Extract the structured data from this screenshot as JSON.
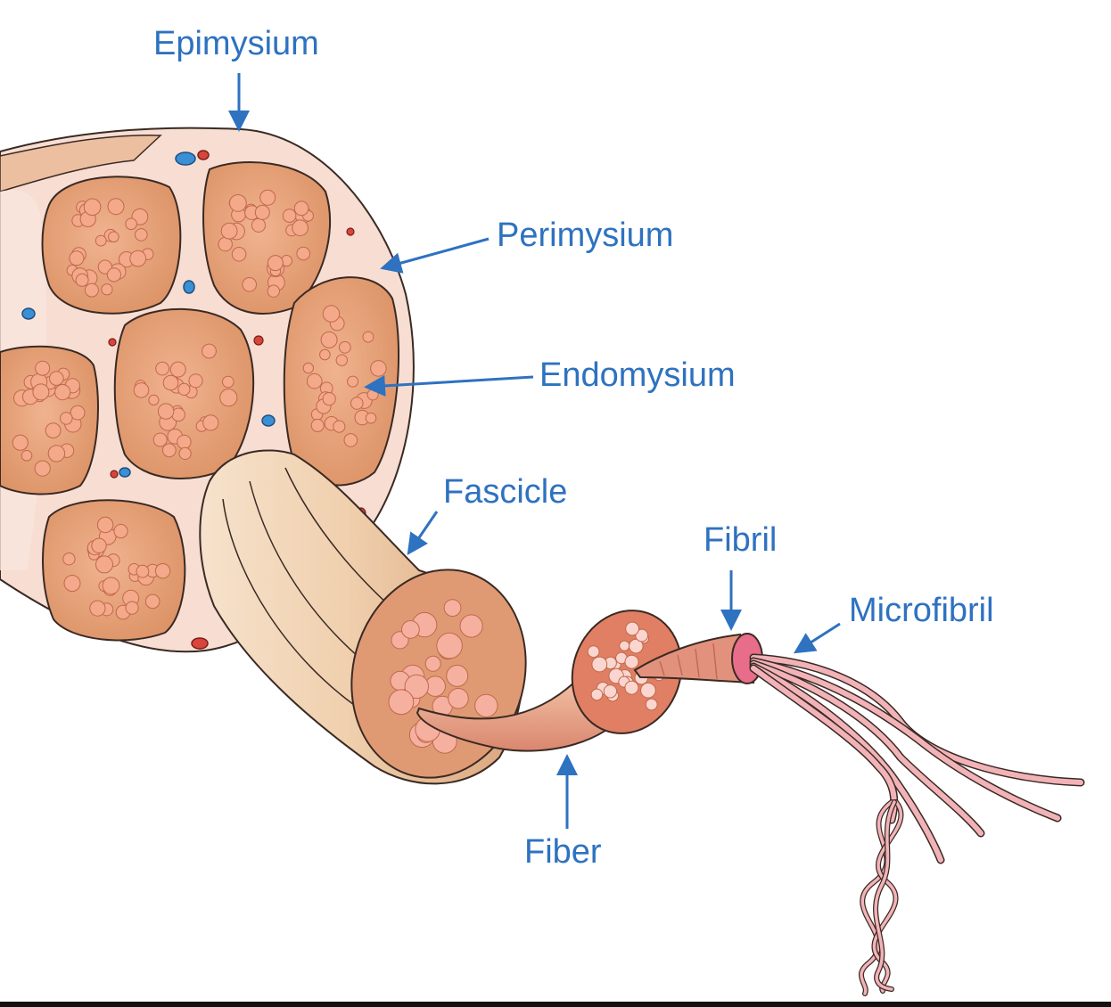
{
  "labels": {
    "epimysium": "Epimysium",
    "perimysium": "Perimysium",
    "endomysium": "Endomysium",
    "fascicle": "Fascicle",
    "fibril": "Fibril",
    "microfibril": "Microfibril",
    "fiber": "Fiber"
  },
  "colors": {
    "label_text": "#2e72c0",
    "arrow": "#2e72c0",
    "muscle_tissue": "#e8a57e",
    "connective_tissue": "#fbe7e1",
    "fibril_pink": "#e58f8f",
    "vessel_red": "#d9453a",
    "vessel_blue": "#3b8fd4"
  }
}
